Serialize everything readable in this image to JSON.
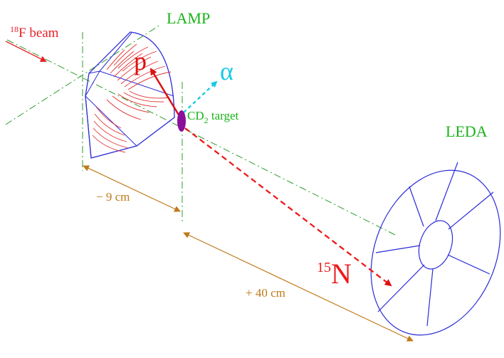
{
  "labels": {
    "beam": "F beam",
    "beam_sup": "18",
    "lamp": "LAMP",
    "proton": "p",
    "alpha": "α",
    "target": "CD",
    "target_sub": "2",
    "target_suffix": " target",
    "leda": "LEDA",
    "nitrogen": "N",
    "nitrogen_sup": "15",
    "dist_lamp": "− 9 cm",
    "dist_leda": "+ 40 cm"
  },
  "colors": {
    "beam": "#e8202a",
    "green_text": "#19b319",
    "dashdot": "#2e9d2e",
    "detector": "#2b2bd8",
    "strips": "#e03030",
    "proton": "#dd1111",
    "alpha": "#17c9e6",
    "target": "#8a0f9a",
    "dimension": "#c07a1a",
    "nitrogen": "#ee1a1a"
  }
}
